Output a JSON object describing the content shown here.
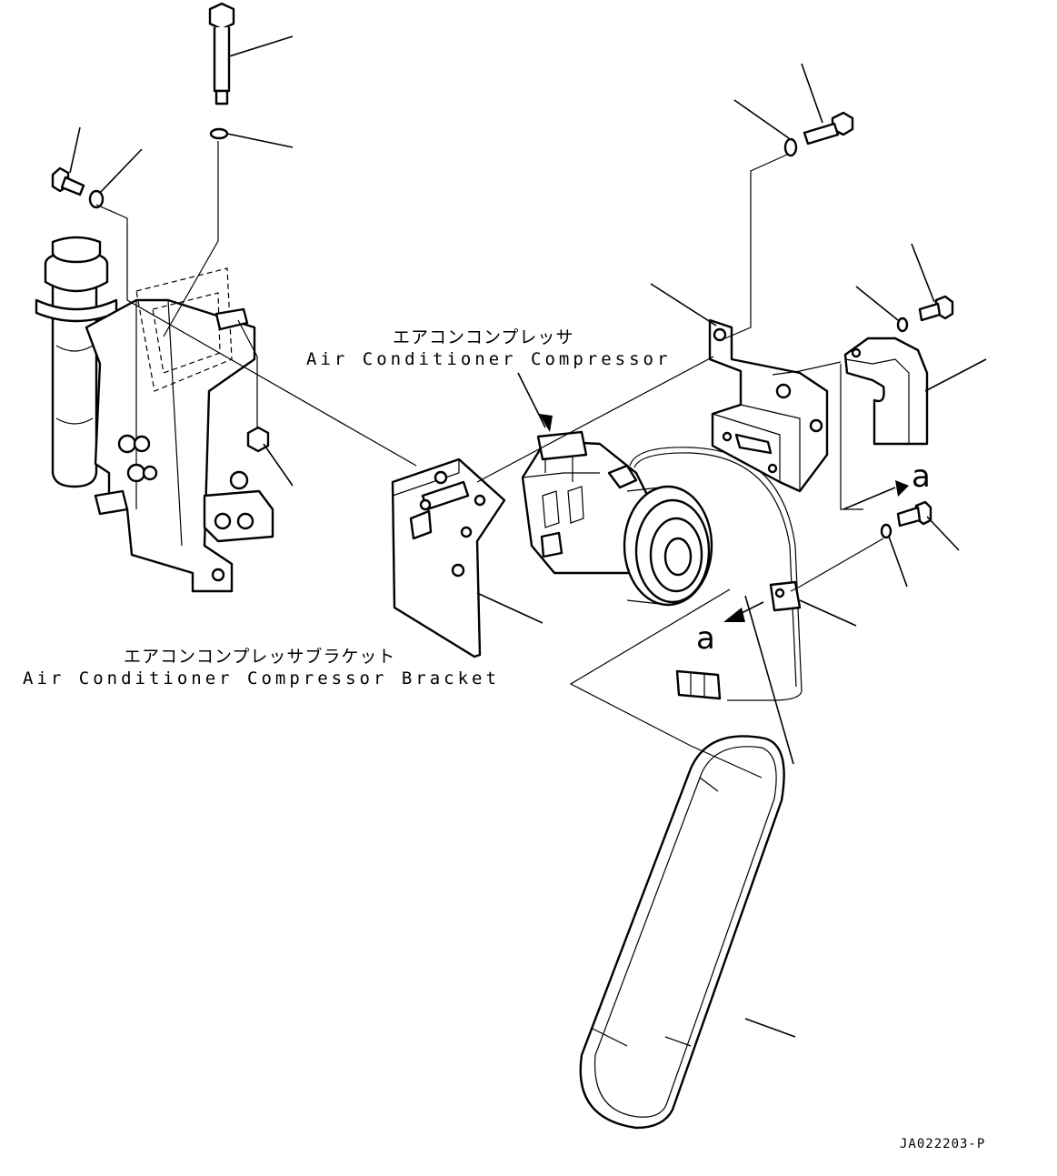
{
  "labels": {
    "compressor_jp": "エアコンコンプレッサ",
    "compressor_en": "Air Conditioner Compressor",
    "bracket_jp": "エアコンコンプレッサブラケット",
    "bracket_en": "Air Conditioner Compressor Bracket",
    "ref_a_upper": "a",
    "ref_a_lower": "a",
    "drawing_code": "JA022203-P"
  }
}
